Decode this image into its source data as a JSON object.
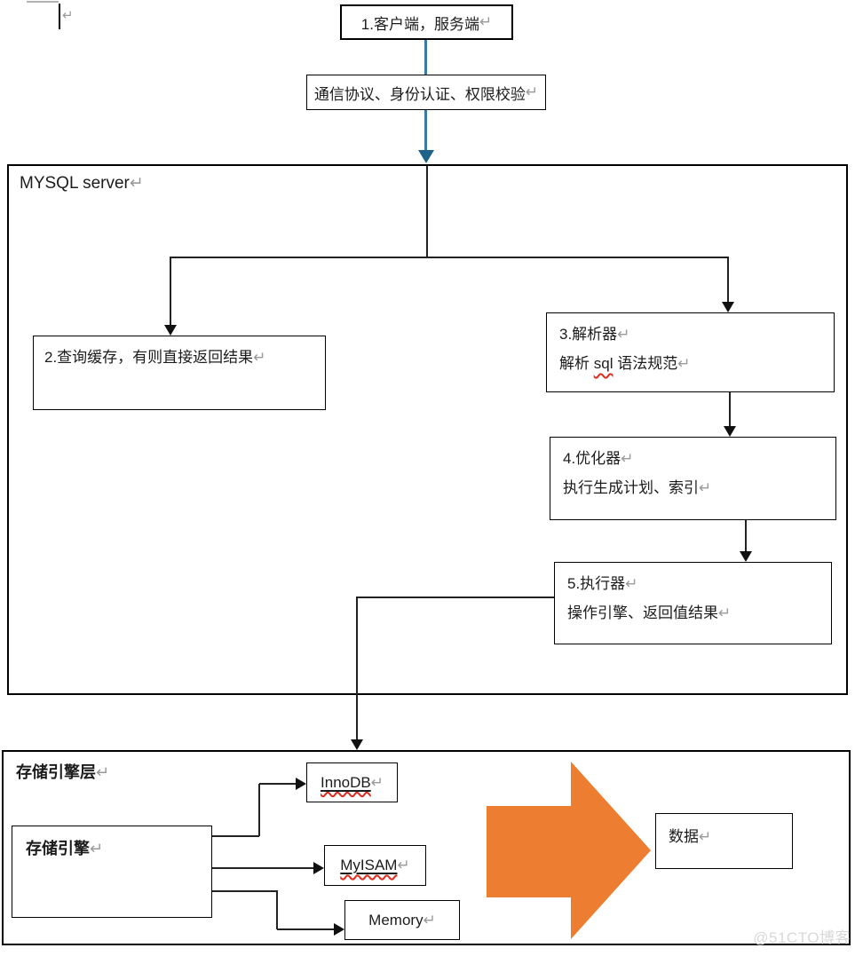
{
  "editor": {
    "return_mark": "↵"
  },
  "flow": {
    "client": "1.客户端，服务端",
    "protocol": "通信协议、身份认证、权限校验",
    "server_label": "MYSQL server",
    "query_cache": "2.查询缓存，有则直接返回结果",
    "parser_title": "3.解析器",
    "parser_detail_prefix": "解析 ",
    "parser_detail_sql": "sql",
    "parser_detail_suffix": " 语法规范",
    "optimizer_title": "4.优化器",
    "optimizer_detail": "执行生成计划、索引",
    "executor_title": "5.执行器",
    "executor_detail": "操作引擎、返回值结果"
  },
  "storage": {
    "layer_label": "存储引擎层",
    "engine": "存储引擎",
    "engines": [
      "InnoDB",
      "MyISAM",
      "Memory"
    ],
    "data": "数据"
  },
  "watermark": "@51CTO博客",
  "colors": {
    "arrow_orange": "#ED7D31",
    "connector_blue": "#1f638b",
    "spellcheck_red": "#e02b20",
    "return_mark_gray": "#9a9a9a"
  }
}
